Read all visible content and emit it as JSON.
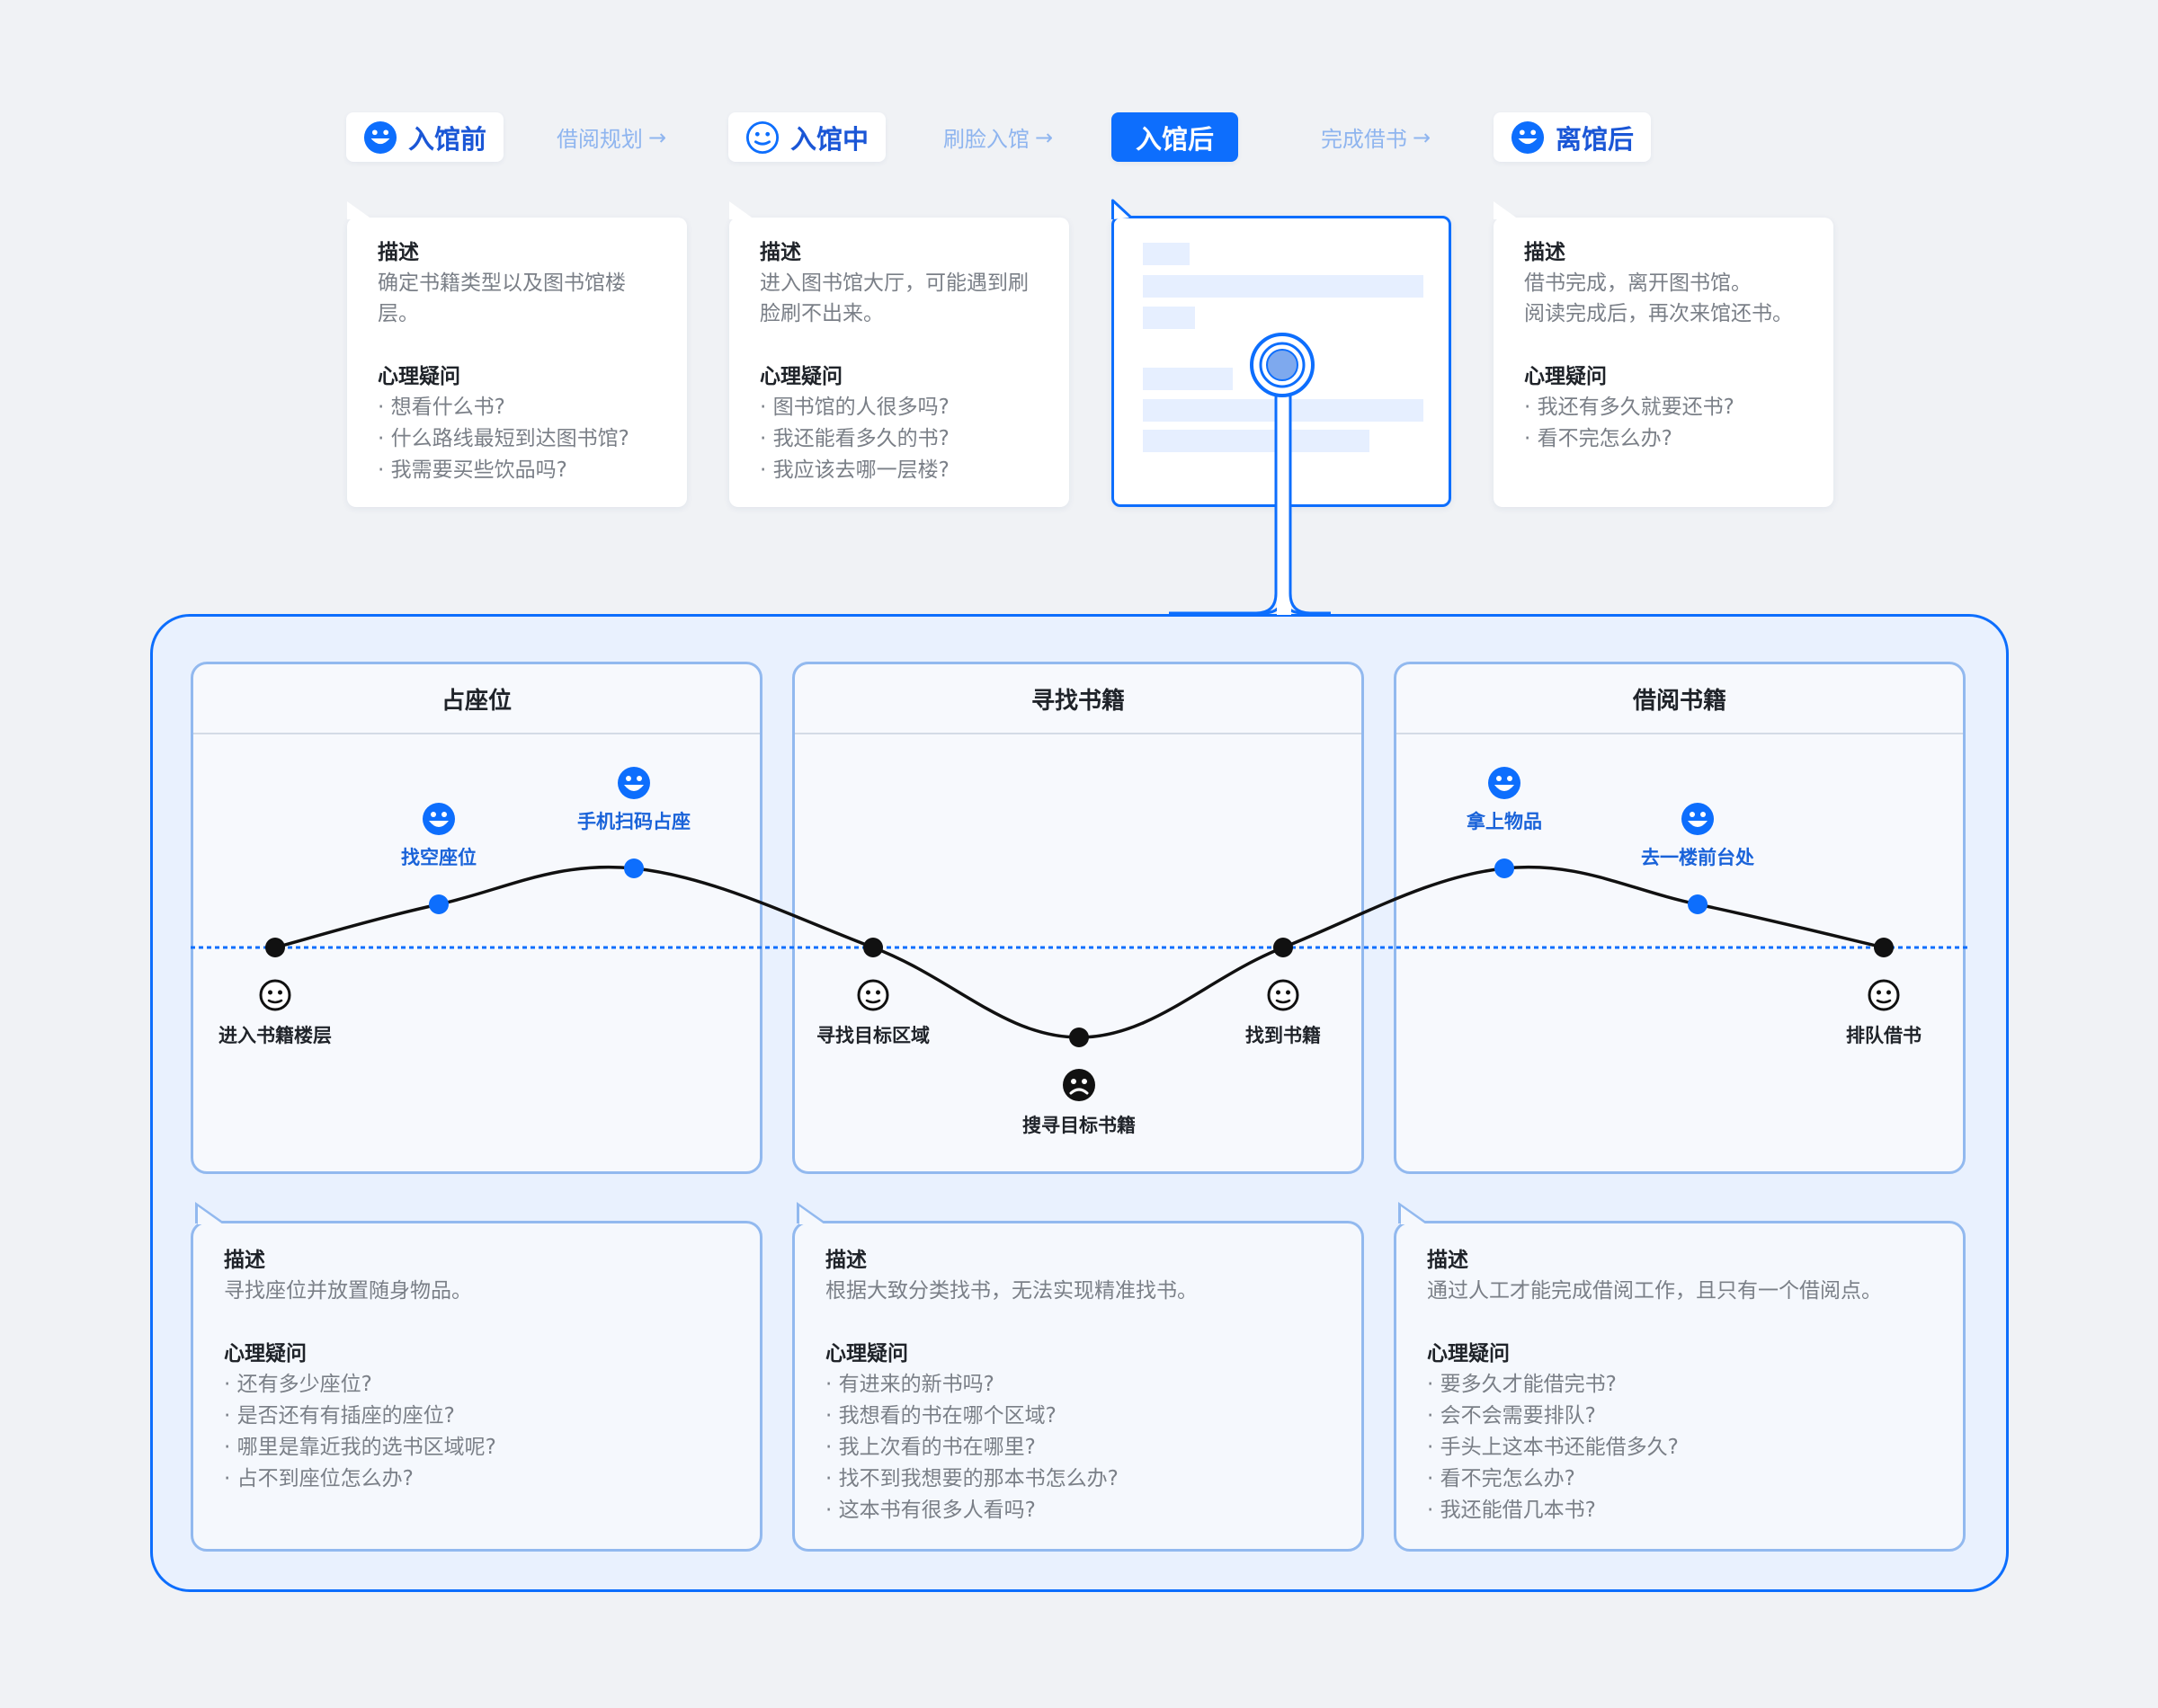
{
  "stages": [
    {
      "label": "入馆前",
      "mood": "happy",
      "active": false
    },
    {
      "label": "入馆中",
      "mood": "neutral",
      "active": false
    },
    {
      "label": "入馆后",
      "mood": "",
      "active": true
    },
    {
      "label": "离馆后",
      "mood": "happy",
      "active": false
    }
  ],
  "connectors": [
    {
      "label": "借阅规划",
      "arrow": "→"
    },
    {
      "label": "刷脸入馆",
      "arrow": "→"
    },
    {
      "label": "完成借书",
      "arrow": "→"
    }
  ],
  "top_cards": [
    {
      "desc_title": "描述",
      "desc_lines": [
        "确定书籍类型以及图书馆楼",
        "层。"
      ],
      "q_title": "心理疑问",
      "questions": [
        "· 想看什么书?",
        "· 什么路线最短到达图书馆?",
        "· 我需要买些饮品吗?"
      ]
    },
    {
      "desc_title": "描述",
      "desc_lines": [
        "进入图书馆大厅，可能遇到刷",
        "脸刷不出来。"
      ],
      "q_title": "心理疑问",
      "questions": [
        "· 图书馆的人很多吗?",
        "· 我还能看多久的书?",
        "· 我应该去哪一层楼?"
      ]
    },
    {
      "desc_title": "描述",
      "desc_lines": [
        "借书完成，离开图书馆。",
        "阅读完成后，再次来馆还书。"
      ],
      "q_title": "心理疑问",
      "questions": [
        "· 我还有多久就要还书?",
        "· 看不完怎么办?"
      ]
    }
  ],
  "sections": [
    {
      "title": "占座位"
    },
    {
      "title": "寻找书籍"
    },
    {
      "title": "借阅书籍"
    }
  ],
  "journey_points": [
    {
      "label": "进入书籍楼层",
      "mood": "neutral",
      "level": 0
    },
    {
      "label": "找空座位",
      "mood": "happy",
      "level": 1
    },
    {
      "label": "手机扫码占座",
      "mood": "happy",
      "level": 2
    },
    {
      "label": "寻找目标区域",
      "mood": "neutral",
      "level": 0
    },
    {
      "label": "搜寻目标书籍",
      "mood": "sad",
      "level": -1
    },
    {
      "label": "找到书籍",
      "mood": "neutral",
      "level": 0
    },
    {
      "label": "拿上物品",
      "mood": "happy",
      "level": 2
    },
    {
      "label": "去一楼前台处",
      "mood": "happy",
      "level": 1
    },
    {
      "label": "排队借书",
      "mood": "neutral",
      "level": 0
    }
  ],
  "bottom_cards": [
    {
      "desc_title": "描述",
      "desc_lines": [
        "寻找座位并放置随身物品。"
      ],
      "q_title": "心理疑问",
      "questions": [
        "· 还有多少座位?",
        "· 是否还有有插座的座位?",
        "· 哪里是靠近我的选书区域呢?",
        "· 占不到座位怎么办?"
      ]
    },
    {
      "desc_title": "描述",
      "desc_lines": [
        "根据大致分类找书，无法实现精准找书。"
      ],
      "q_title": "心理疑问",
      "questions": [
        "· 有进来的新书吗?",
        "· 我想看的书在哪个区域?",
        "· 我上次看的书在哪里?",
        "· 找不到我想要的那本书怎么办?",
        "· 这本书有很多人看吗?"
      ]
    },
    {
      "desc_title": "描述",
      "desc_lines": [
        "通过人工才能完成借阅工作，且只有一个借阅点。"
      ],
      "q_title": "心理疑问",
      "questions": [
        "· 要多久才能借完书?",
        "· 会不会需要排队?",
        "· 手头上这本书还能借多久?",
        "· 看不完怎么办?",
        "· 我还能借几本书?"
      ]
    }
  ],
  "colors": {
    "accent": "#0d6efd",
    "accent_light": "#92b9ef",
    "text": "#1f2329",
    "muted": "#7a7f87"
  }
}
